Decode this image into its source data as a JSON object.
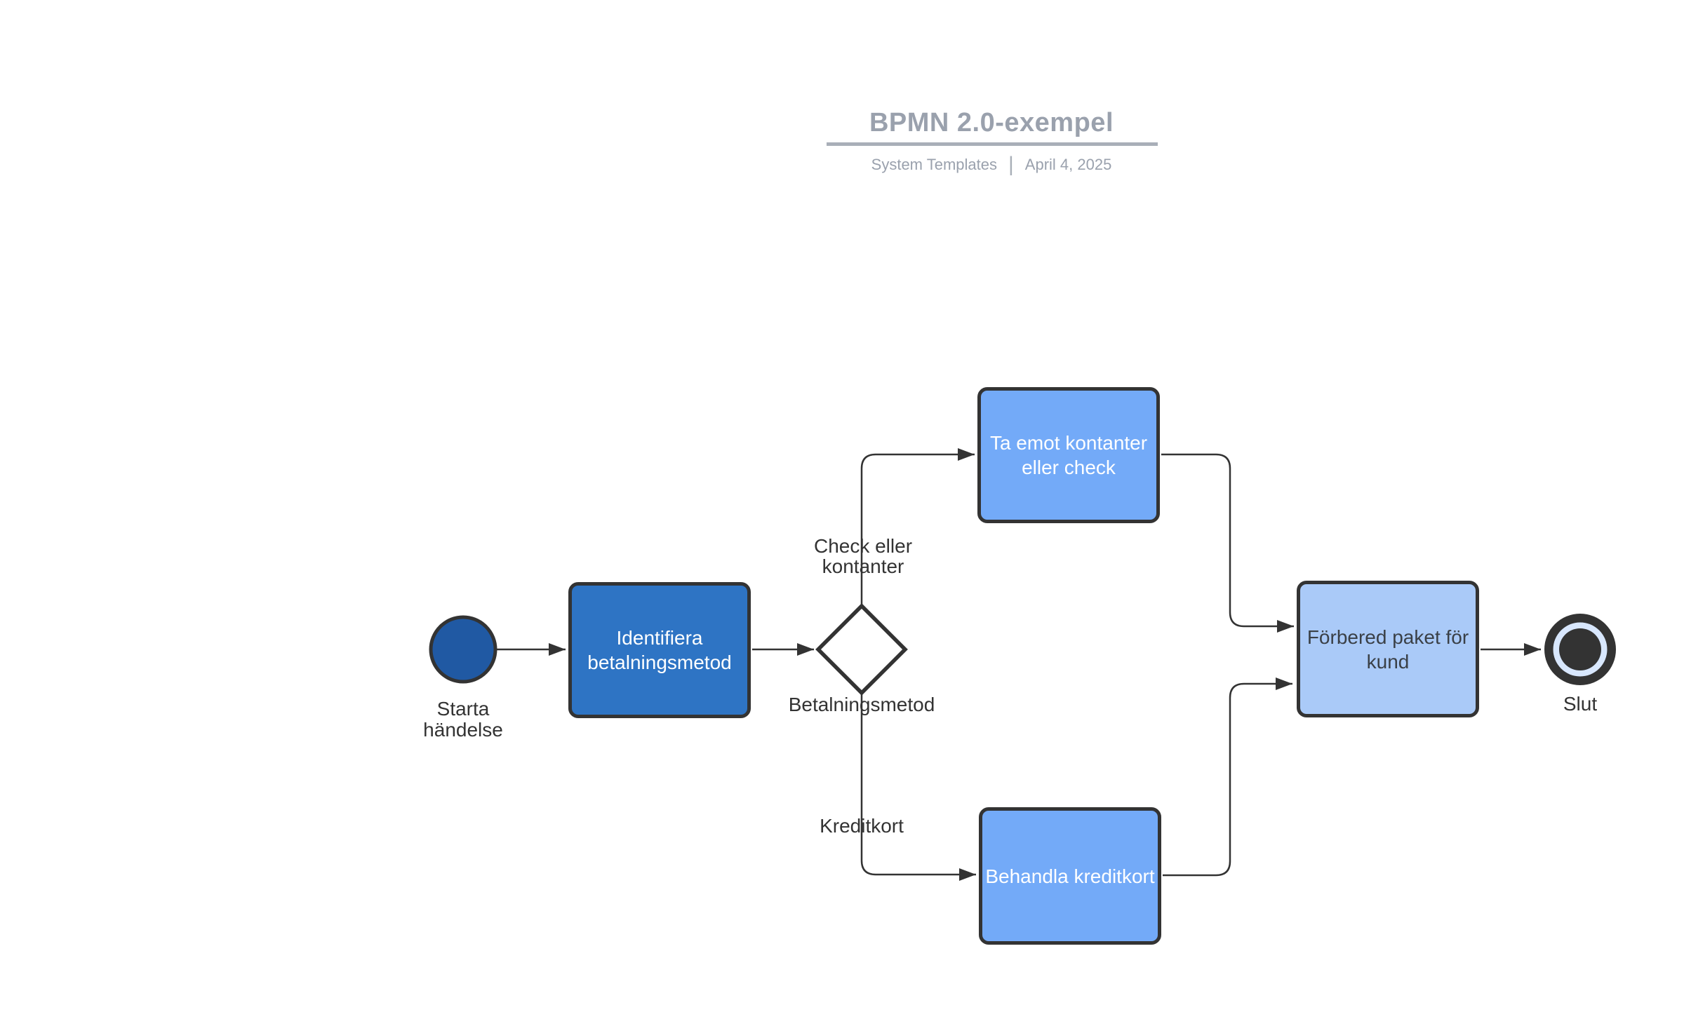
{
  "header": {
    "title": "BPMN 2.0-exempel",
    "source": "System Templates",
    "divider": "|",
    "date": "April 4, 2025"
  },
  "diagram": {
    "start": {
      "label": "Starta händelse"
    },
    "task_identify": {
      "label": "Identifiera betalningsmetod"
    },
    "gateway": {
      "label": "Betalningsmetod"
    },
    "branch_cash": {
      "label": "Check eller kontanter"
    },
    "branch_card": {
      "label": "Kreditkort"
    },
    "task_receive_cash": {
      "label": "Ta emot kontanter eller check"
    },
    "task_process_card": {
      "label": "Behandla kreditkort"
    },
    "task_prepare_package": {
      "label": "Förbered paket för kund"
    },
    "end": {
      "label": "Slut"
    }
  },
  "colors": {
    "start_event_fill": "#2059a3",
    "primary_task_fill": "#2e74c4",
    "secondary_task_fill": "#73aaf8",
    "light_task_fill": "#aacaf8",
    "end_ring_accent": "#d8e7fd",
    "outline_dark": "#333333",
    "header_gray": "#9aa1ad"
  }
}
